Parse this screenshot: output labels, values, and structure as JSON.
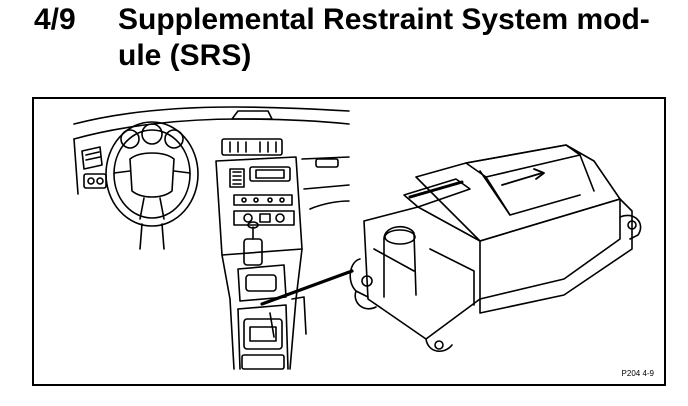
{
  "section": {
    "number": "4/9",
    "title_line1": "Supplemental Restraint System mod-",
    "title_line2": "ule (SRS)"
  },
  "figure": {
    "reference": "P204 4-9",
    "icons": [
      "dashboard-illustration",
      "srs-module-illustration",
      "pointer-line"
    ]
  }
}
